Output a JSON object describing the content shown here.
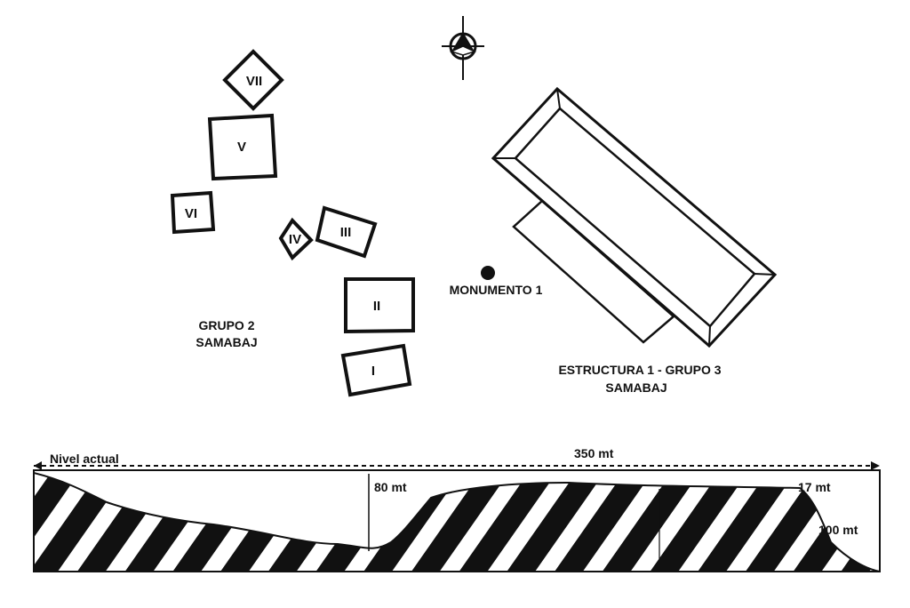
{
  "colors": {
    "ink": "#111111",
    "paper": "#ffffff"
  },
  "compass": {
    "icon": "north-arrow-icon"
  },
  "structures": [
    {
      "id": "I",
      "label": "I"
    },
    {
      "id": "II",
      "label": "II"
    },
    {
      "id": "III",
      "label": "III"
    },
    {
      "id": "IV",
      "label": "IV"
    },
    {
      "id": "V",
      "label": "V"
    },
    {
      "id": "VI",
      "label": "VI"
    },
    {
      "id": "VII",
      "label": "VII"
    }
  ],
  "group2": {
    "line1": "GRUPO 2",
    "line2": "SAMABAJ"
  },
  "monument": {
    "label": "MONUMENTO 1"
  },
  "structure1": {
    "line1": "ESTRUCTURA 1 - GRUPO 3",
    "line2": "SAMABAJ"
  },
  "profile": {
    "level_label": "Nivel actual",
    "length_label": "350 mt",
    "depth_label": "80 mt",
    "top_label": "17 mt",
    "side_label": "100 mt"
  }
}
